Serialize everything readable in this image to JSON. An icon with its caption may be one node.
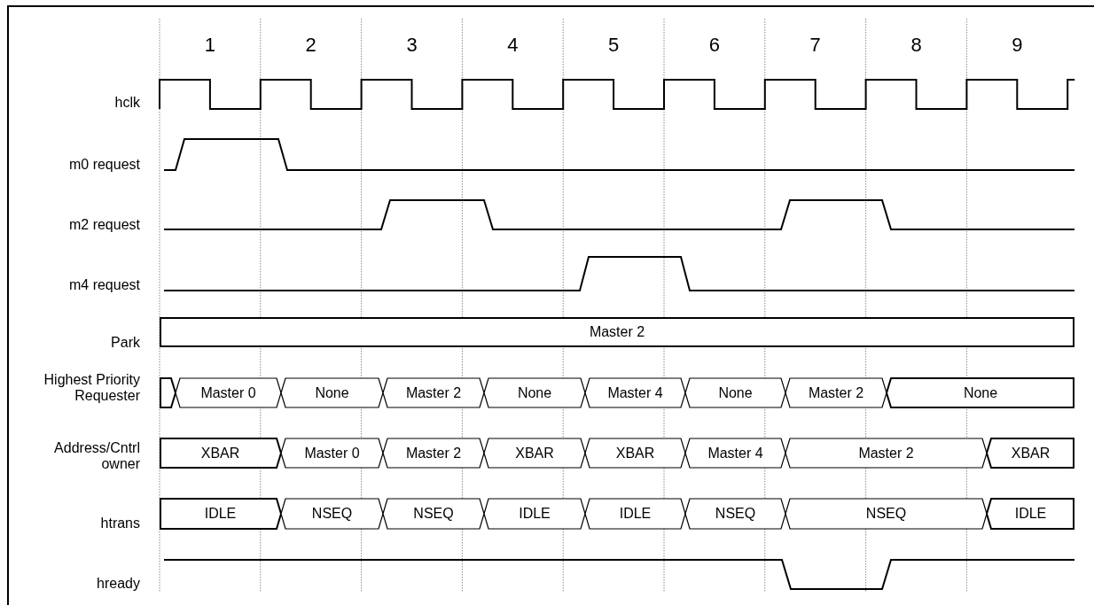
{
  "diagram": {
    "nodes": [
      {
        "text": [
          "Master 2"
        ]
      },
      {
        "text": [],
        "shape": "box"
      },
      {
        "text": [
          "Master 0"
        ]
      },
      {
        "text": [
          "None"
        ]
      },
      {
        "text": [
          "Master 2"
        ]
      },
      {
        "text": [
          "None"
        ]
      },
      {
        "text": [
          "Master 4"
        ]
      },
      {
        "text": [
          "None"
        ]
      },
      {
        "text": [
          "Master 2"
        ]
      },
      {
        "text": [
          "None"
        ]
      },
      {
        "text": [
          "XBAR"
        ]
      },
      {
        "text": [
          "Master 0"
        ]
      },
      {
        "text": [
          "Master 2"
        ]
      },
      {
        "text": [
          "XBAR"
        ]
      },
      {
        "text": [
          "XBAR"
        ]
      },
      {
        "text": [
          "Master 4"
        ]
      },
      {
        "text": [
          "Master 2"
        ]
      },
      {
        "text": [
          "XBAR"
        ]
      },
      {
        "text": [
          "IDLE"
        ]
      },
      {
        "text": [
          "NSEQ"
        ]
      },
      {
        "text": [
          "NSEQ"
        ]
      },
      {
        "text": [
          "IDLE"
        ]
      },
      {
        "text": [
          "IDLE"
        ]
      },
      {
        "text": [
          "NSEQ"
        ]
      },
      {
        "text": [
          "NSEQ"
        ]
      },
      {
        "text": [
          "IDLE"
        ]
      }
    ],
    "labels": [
      "1",
      "2",
      "3",
      "4",
      "5",
      "6",
      "7",
      "8",
      "9",
      "hclk",
      "m0 request",
      "m2 request",
      "m4 request",
      "Park",
      "Highest Priority Requester",
      "Address/Cntrl owner",
      "htrans",
      "hready"
    ]
  }
}
